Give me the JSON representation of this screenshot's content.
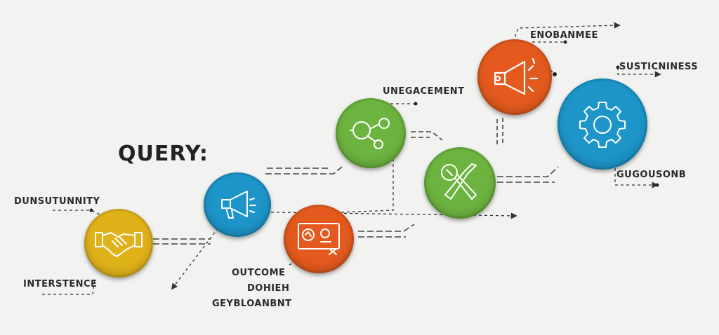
{
  "title": "QUERY:",
  "labels": {
    "opportunity": "DUNSUTUNNITY",
    "interstence": "INTERSTENCE",
    "outcome_1": "OUTCOME",
    "outcome_2": "DOHIEH",
    "outcome_3": "GEYBLOANBNT",
    "engagement": "UNEGACEMENT",
    "enhance": "ENOBANMEE",
    "sustainability": "SUSTICNINESS",
    "outcomes": "GUGOUSONB"
  },
  "nodes": [
    {
      "id": "handshake",
      "color": "#e0b21a",
      "icon": "handshake-icon"
    },
    {
      "id": "megaphone-blue",
      "color": "#1d95c9",
      "icon": "megaphone-icon"
    },
    {
      "id": "board-orange",
      "color": "#e45a1e",
      "icon": "presentation-board-icon"
    },
    {
      "id": "connection-green",
      "color": "#6cb43f",
      "icon": "connection-icon"
    },
    {
      "id": "tools-green",
      "color": "#6cb43f",
      "icon": "tools-icon"
    },
    {
      "id": "megaphone-orange",
      "color": "#e45a1e",
      "icon": "megaphone-icon"
    },
    {
      "id": "gear-blue",
      "color": "#1d95c9",
      "icon": "gear-icon"
    }
  ]
}
